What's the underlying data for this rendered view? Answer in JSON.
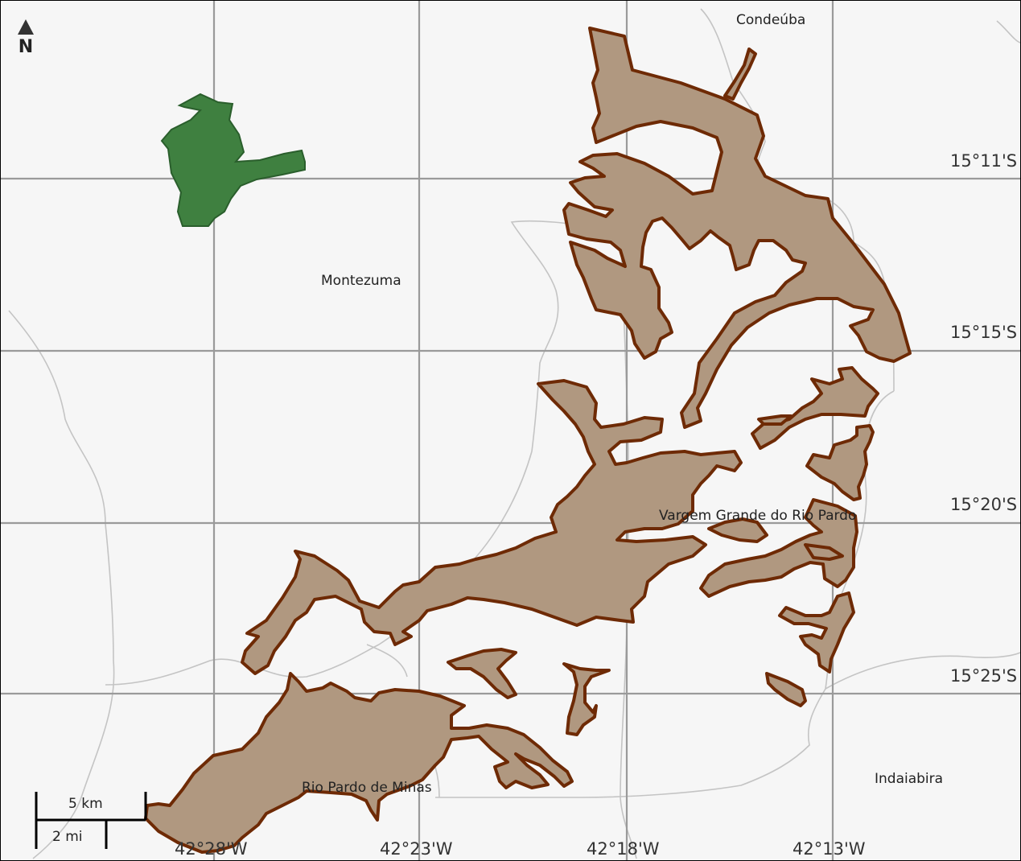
{
  "map": {
    "places": {
      "condeuba": "Condeúba",
      "montezuma": "Montezuma",
      "vargem_grande": "Vargem Grande do Rio Pardo",
      "rio_pardo": "Rio Pardo de Minas",
      "indaiabira": "Indaiabira"
    },
    "lat_labels": [
      "15°11'S",
      "15°15'S",
      "15°20'S",
      "15°25'S"
    ],
    "lon_labels": [
      "42°28'W",
      "42°23'W",
      "42°18'W",
      "42°13'W"
    ],
    "north_arrow": {
      "label": "N",
      "icon": "north-arrow-icon"
    },
    "scale_bar": {
      "km_label": "5 km",
      "mi_label": "2 mi"
    },
    "colors": {
      "background": "#f6f6f6",
      "grid": "#9a9a9a",
      "boundary": "#c4c4c4",
      "brown_fill": "#b09880",
      "brown_stroke": "#6e2a05",
      "green_fill": "#3f8040",
      "green_stroke": "#2a5e2c"
    }
  }
}
